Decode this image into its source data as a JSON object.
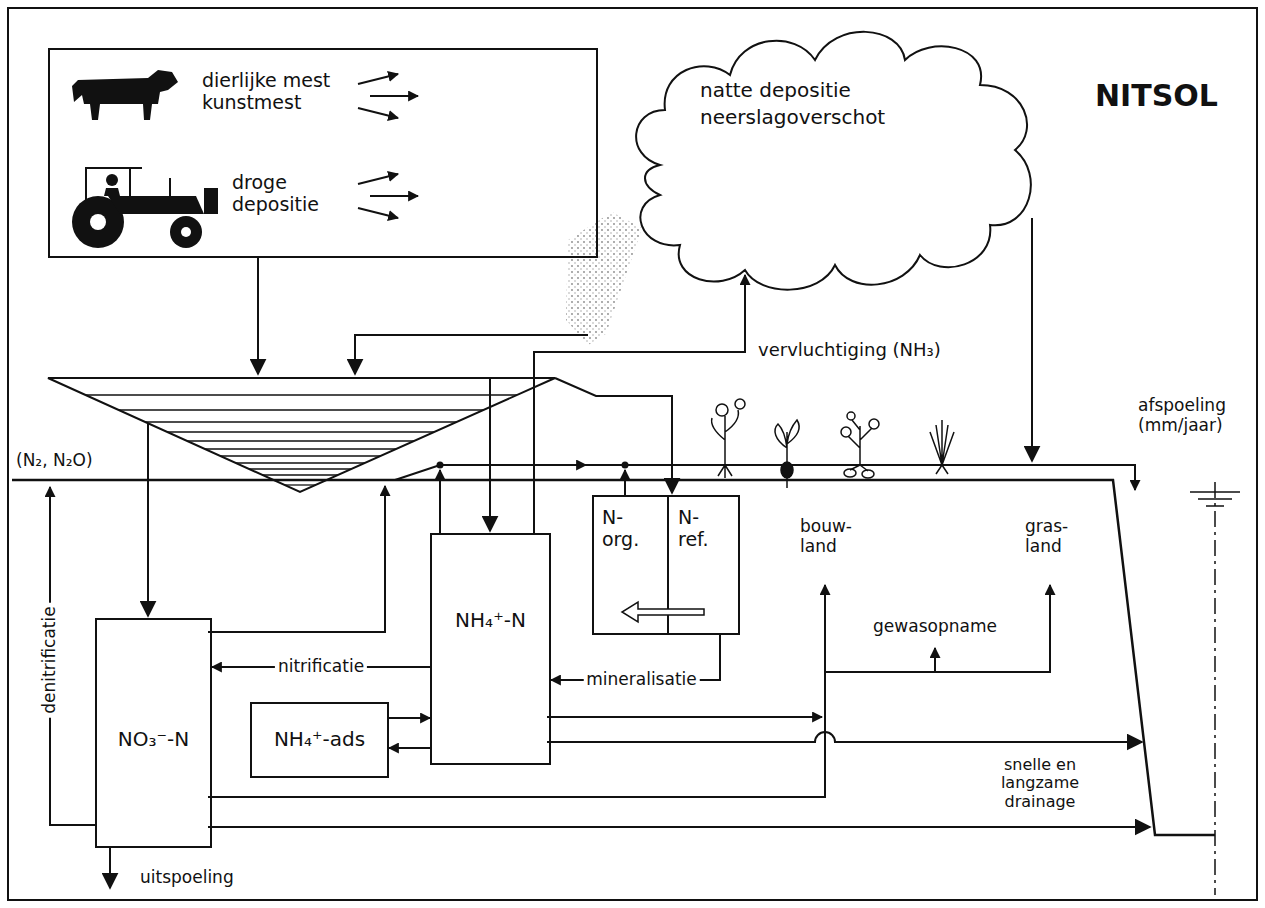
{
  "diagram": {
    "title": "NITSOL",
    "nodes": [
      {
        "text": [
          "dierlijke mest kunstmest",
          "droge depositie"
        ]
      },
      {
        "text": [
          "natte depositie neerslagoverschot"
        ]
      },
      {
        "text": [
          "NO₃⁻-N"
        ]
      },
      {
        "text": [
          "NH₄⁺-N"
        ]
      },
      {
        "text": [
          "N- org.",
          "N- ref."
        ]
      },
      {
        "text": [
          "NH₄⁺-ads"
        ]
      }
    ],
    "edges": [
      {
        "from": 3,
        "to": 1,
        "arrow": "to",
        "label": "vervluchtiging (NH₃)"
      },
      {
        "from": 3,
        "to": 2,
        "arrow": "to",
        "label": "nitrificatie"
      },
      {
        "from": 4,
        "to": 3,
        "arrow": "to",
        "label": "mineralisatie"
      },
      {
        "from": 5,
        "to": 3,
        "arrow": "to"
      },
      {
        "from": 3,
        "to": 5,
        "arrow": "to"
      }
    ],
    "labels": [
      "(N₂, N₂O)",
      "denitrificatie",
      "uitspoeling",
      "bouw- land",
      "gras- land",
      "gewasopname",
      "snelle en langzame drainage",
      "afspoeling (mm/jaar)"
    ]
  }
}
